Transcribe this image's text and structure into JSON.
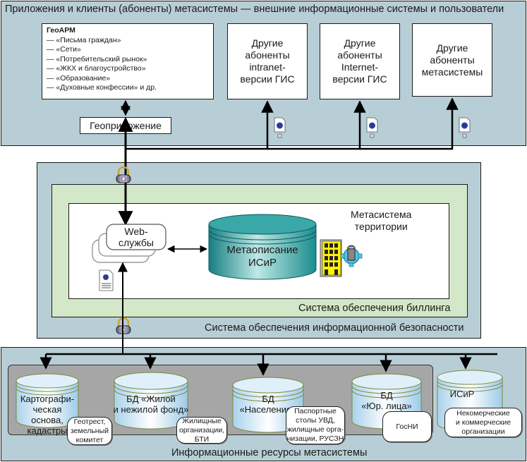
{
  "top_panel": {
    "title": "Приложения и клиенты (абоненты) метасистемы — внешние информационные системы и пользователи",
    "geoarm": {
      "title": "ГеоАРМ",
      "items": [
        "— «Письма граждан»",
        "— «Сети»",
        "— «Потребительский рынок»",
        "— «ЖКХ и благоустройство»",
        "— «Образование»",
        "— «Духовные конфессии» и др."
      ]
    },
    "geoapp_label": "Геоприложение",
    "subscribers": [
      {
        "lines": [
          "Другие",
          "абоненты",
          "intranet-",
          "версии ГИС"
        ]
      },
      {
        "lines": [
          "Другие",
          "абоненты",
          "Internet-",
          "версии ГИС"
        ]
      },
      {
        "lines": [
          "Другие",
          "абоненты",
          "метасистемы"
        ]
      }
    ],
    "doc_icon": "web-document-icon"
  },
  "security_panel": {
    "title": "Система обеспечения информационной безопасности",
    "lock_icon": "padlock-icon"
  },
  "billing_panel": {
    "title": "Система обеспечения биллинга"
  },
  "metasystem": {
    "title_line1": "Метасистема",
    "title_line2": "территории",
    "web_services": {
      "line1": "Web-",
      "line2": "службы"
    },
    "metadb": {
      "line1": "Метаописание",
      "line2": "ИСиР"
    },
    "building_icon": "building-gear-icon"
  },
  "resources_panel": {
    "title": "Информационные ресурсы метасистемы",
    "databases": [
      {
        "lines": [
          "Картографи-",
          "ческая основа,",
          "кадастры"
        ],
        "bubble": [
          "Геотрест,",
          "земельный",
          "комитет"
        ]
      },
      {
        "lines": [
          "БД «Жилой",
          "и нежилой фонд»"
        ],
        "bubble": [
          "Жилищные",
          "организации,",
          "БТИ"
        ]
      },
      {
        "lines": [
          "БД",
          "«Население»"
        ],
        "bubble": [
          "Паспортные",
          "столы УВД,",
          "жилищные орга-",
          "низации, РУСЗН"
        ]
      },
      {
        "lines": [
          "БД",
          "«Юр. лица»"
        ],
        "bubble": [
          "ГосНИ"
        ]
      },
      {
        "lines": [
          "ИСиР"
        ],
        "bubble": [
          "Некомерческие",
          "и коммерческие",
          "организации"
        ]
      }
    ]
  },
  "colors": {
    "panel_blue": "#b8ced6",
    "billing_green": "#d3e8c8",
    "metadb_teal": "#2a9a9a",
    "db_light_blue": "#cfe6f4",
    "resource_group_gray": "#a6a6a6"
  }
}
